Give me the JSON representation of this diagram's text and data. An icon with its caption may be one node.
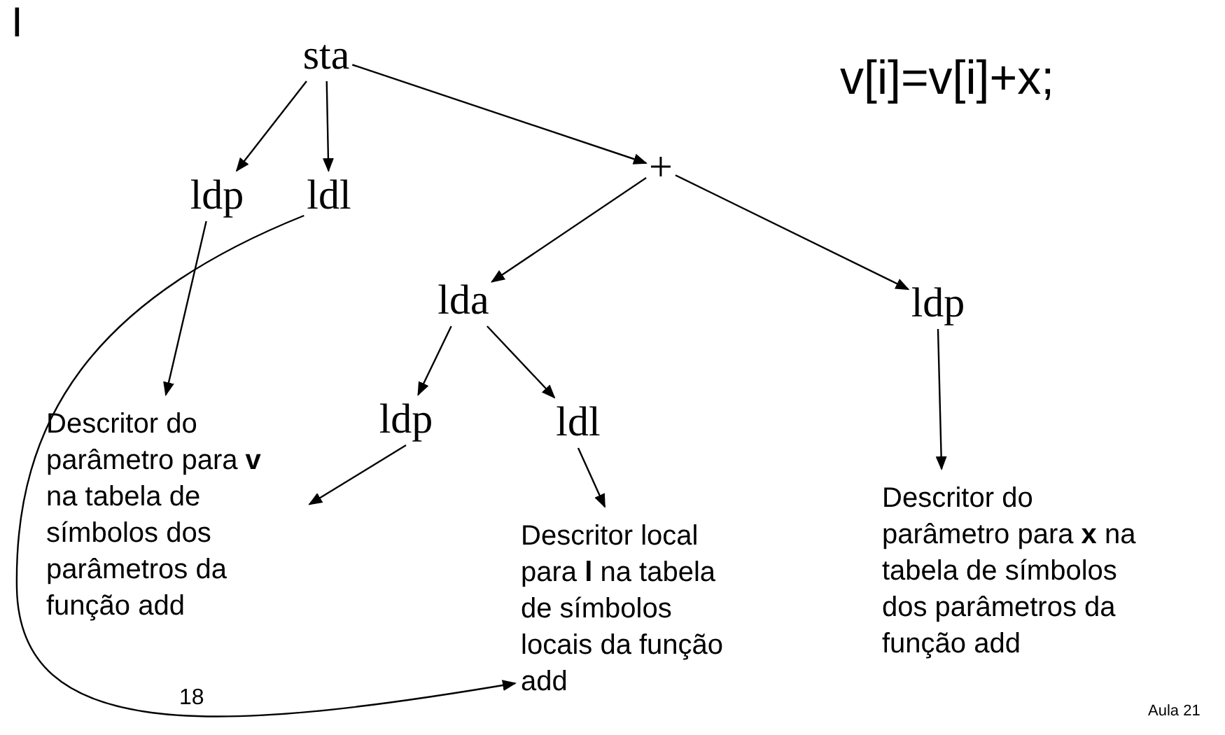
{
  "diagram": {
    "nodes": [
      {
        "text": [
          "sta"
        ]
      },
      {
        "text": [
          "ldp"
        ]
      },
      {
        "text": [
          "ldl"
        ]
      },
      {
        "text": [
          "+"
        ]
      },
      {
        "text": [
          "lda"
        ]
      },
      {
        "text": [
          "ldp"
        ]
      },
      {
        "text": [
          "ldp"
        ]
      },
      {
        "text": [
          "ldl"
        ]
      },
      {
        "text": [
          "Descritor do parâmetro para **v** na tabela de símbolos dos parâmetros da função add"
        ]
      },
      {
        "text": [
          "Descritor local para **l** na tabela de símbolos locais da função add"
        ]
      },
      {
        "text": [
          "Descritor do parâmetro para **x** na tabela de símbolos dos parâmetros da função add"
        ]
      }
    ],
    "edges": [
      {
        "from": 0,
        "to": 1,
        "arrow": "to"
      },
      {
        "from": 0,
        "to": 2,
        "arrow": "to"
      },
      {
        "from": 0,
        "to": 3,
        "arrow": "to"
      },
      {
        "from": 3,
        "to": 4,
        "arrow": "to"
      },
      {
        "from": 3,
        "to": 5,
        "arrow": "to"
      },
      {
        "from": 4,
        "to": 6,
        "arrow": "to"
      },
      {
        "from": 4,
        "to": 7,
        "arrow": "to"
      },
      {
        "from": 1,
        "to": 8,
        "arrow": "to"
      },
      {
        "from": 2,
        "to": 9,
        "arrow": "to"
      },
      {
        "from": 6,
        "to": 8,
        "arrow": "to"
      },
      {
        "from": 7,
        "to": 9,
        "arrow": "to"
      },
      {
        "from": 5,
        "to": 10,
        "arrow": "to"
      }
    ],
    "labels": [
      "I",
      "v[i]=v[i]+x;",
      "18",
      "Aula 21"
    ]
  }
}
